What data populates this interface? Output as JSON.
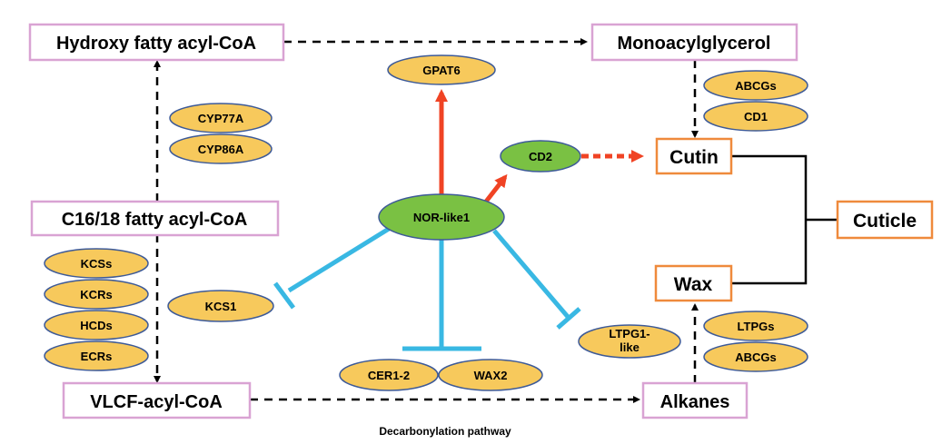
{
  "colors": {
    "pink_border": "#d9a3d3",
    "orange_border": "#ef8a3c",
    "yellow_fill": "#f7c95c",
    "oval_stroke": "#3d5a98",
    "green_fill": "#7ac143",
    "red_arrow": "#f04324",
    "blue_inhibit": "#39b8e3",
    "black": "#000000"
  },
  "boxes": {
    "hydroxy": "Hydroxy fatty acyl-CoA",
    "monoacylglycerol": "Monoacylglycerol",
    "c1618": "C16/18 fatty acyl-CoA",
    "vlcf": "VLCF-acyl-CoA",
    "alkanes": "Alkanes",
    "cutin": "Cutin",
    "wax": "Wax",
    "cuticle": "Cuticle"
  },
  "enzymes": {
    "gpat6": "GPAT6",
    "cyp77a": "CYP77A",
    "cyp86a": "CYP86A",
    "abcgs_top": "ABCGs",
    "cd1": "CD1",
    "kcss": "KCSs",
    "kcrs": "KCRs",
    "hcds": "HCDs",
    "ecrs": "ECRs",
    "kcs1": "KCS1",
    "cer12": "CER1-2",
    "wax2": "WAX2",
    "ltpg1_line1": "LTPG1-",
    "ltpg1_line2": "like",
    "ltpgs": "LTPGs",
    "abcgs_bottom": "ABCGs"
  },
  "regulators": {
    "nor": "NOR-like1",
    "cd2": "CD2"
  },
  "caption": "Decarbonylation pathway"
}
